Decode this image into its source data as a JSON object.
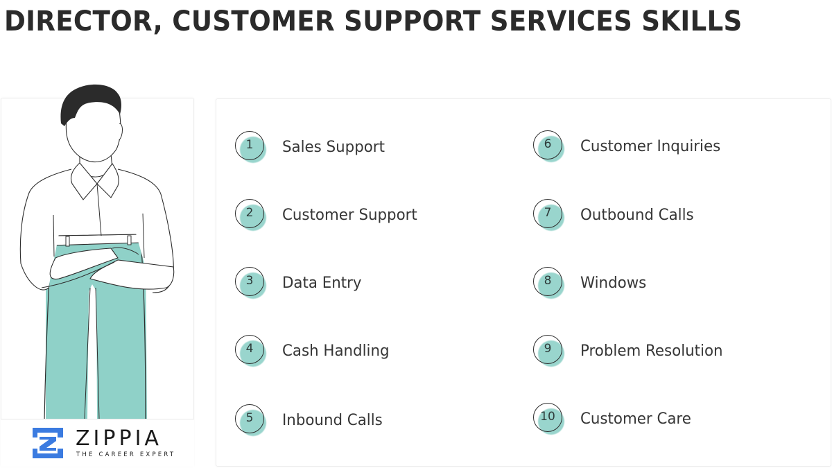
{
  "header": {
    "title": "DIRECTOR, CUSTOMER SUPPORT SERVICES SKILLS"
  },
  "illustration": {
    "subject": "person-with-crossed-arms",
    "pants_color": "#8fd1c8",
    "hair_color": "#2b2b2b"
  },
  "brand": {
    "name": "ZIPPIA",
    "tagline": "THE CAREER EXPERT",
    "logo_color": "#3b7be0"
  },
  "colors": {
    "accent": "#8fd1c8",
    "text": "#363636",
    "title": "#2b2b2b"
  },
  "skills": {
    "left": [
      {
        "number": "1",
        "label": "Sales Support"
      },
      {
        "number": "2",
        "label": "Customer Support"
      },
      {
        "number": "3",
        "label": "Data Entry"
      },
      {
        "number": "4",
        "label": "Cash Handling"
      },
      {
        "number": "5",
        "label": "Inbound Calls"
      }
    ],
    "right": [
      {
        "number": "6",
        "label": "Customer Inquiries"
      },
      {
        "number": "7",
        "label": "Outbound Calls"
      },
      {
        "number": "8",
        "label": "Windows"
      },
      {
        "number": "9",
        "label": "Problem Resolution"
      },
      {
        "number": "10",
        "label": "Customer Care"
      }
    ]
  }
}
